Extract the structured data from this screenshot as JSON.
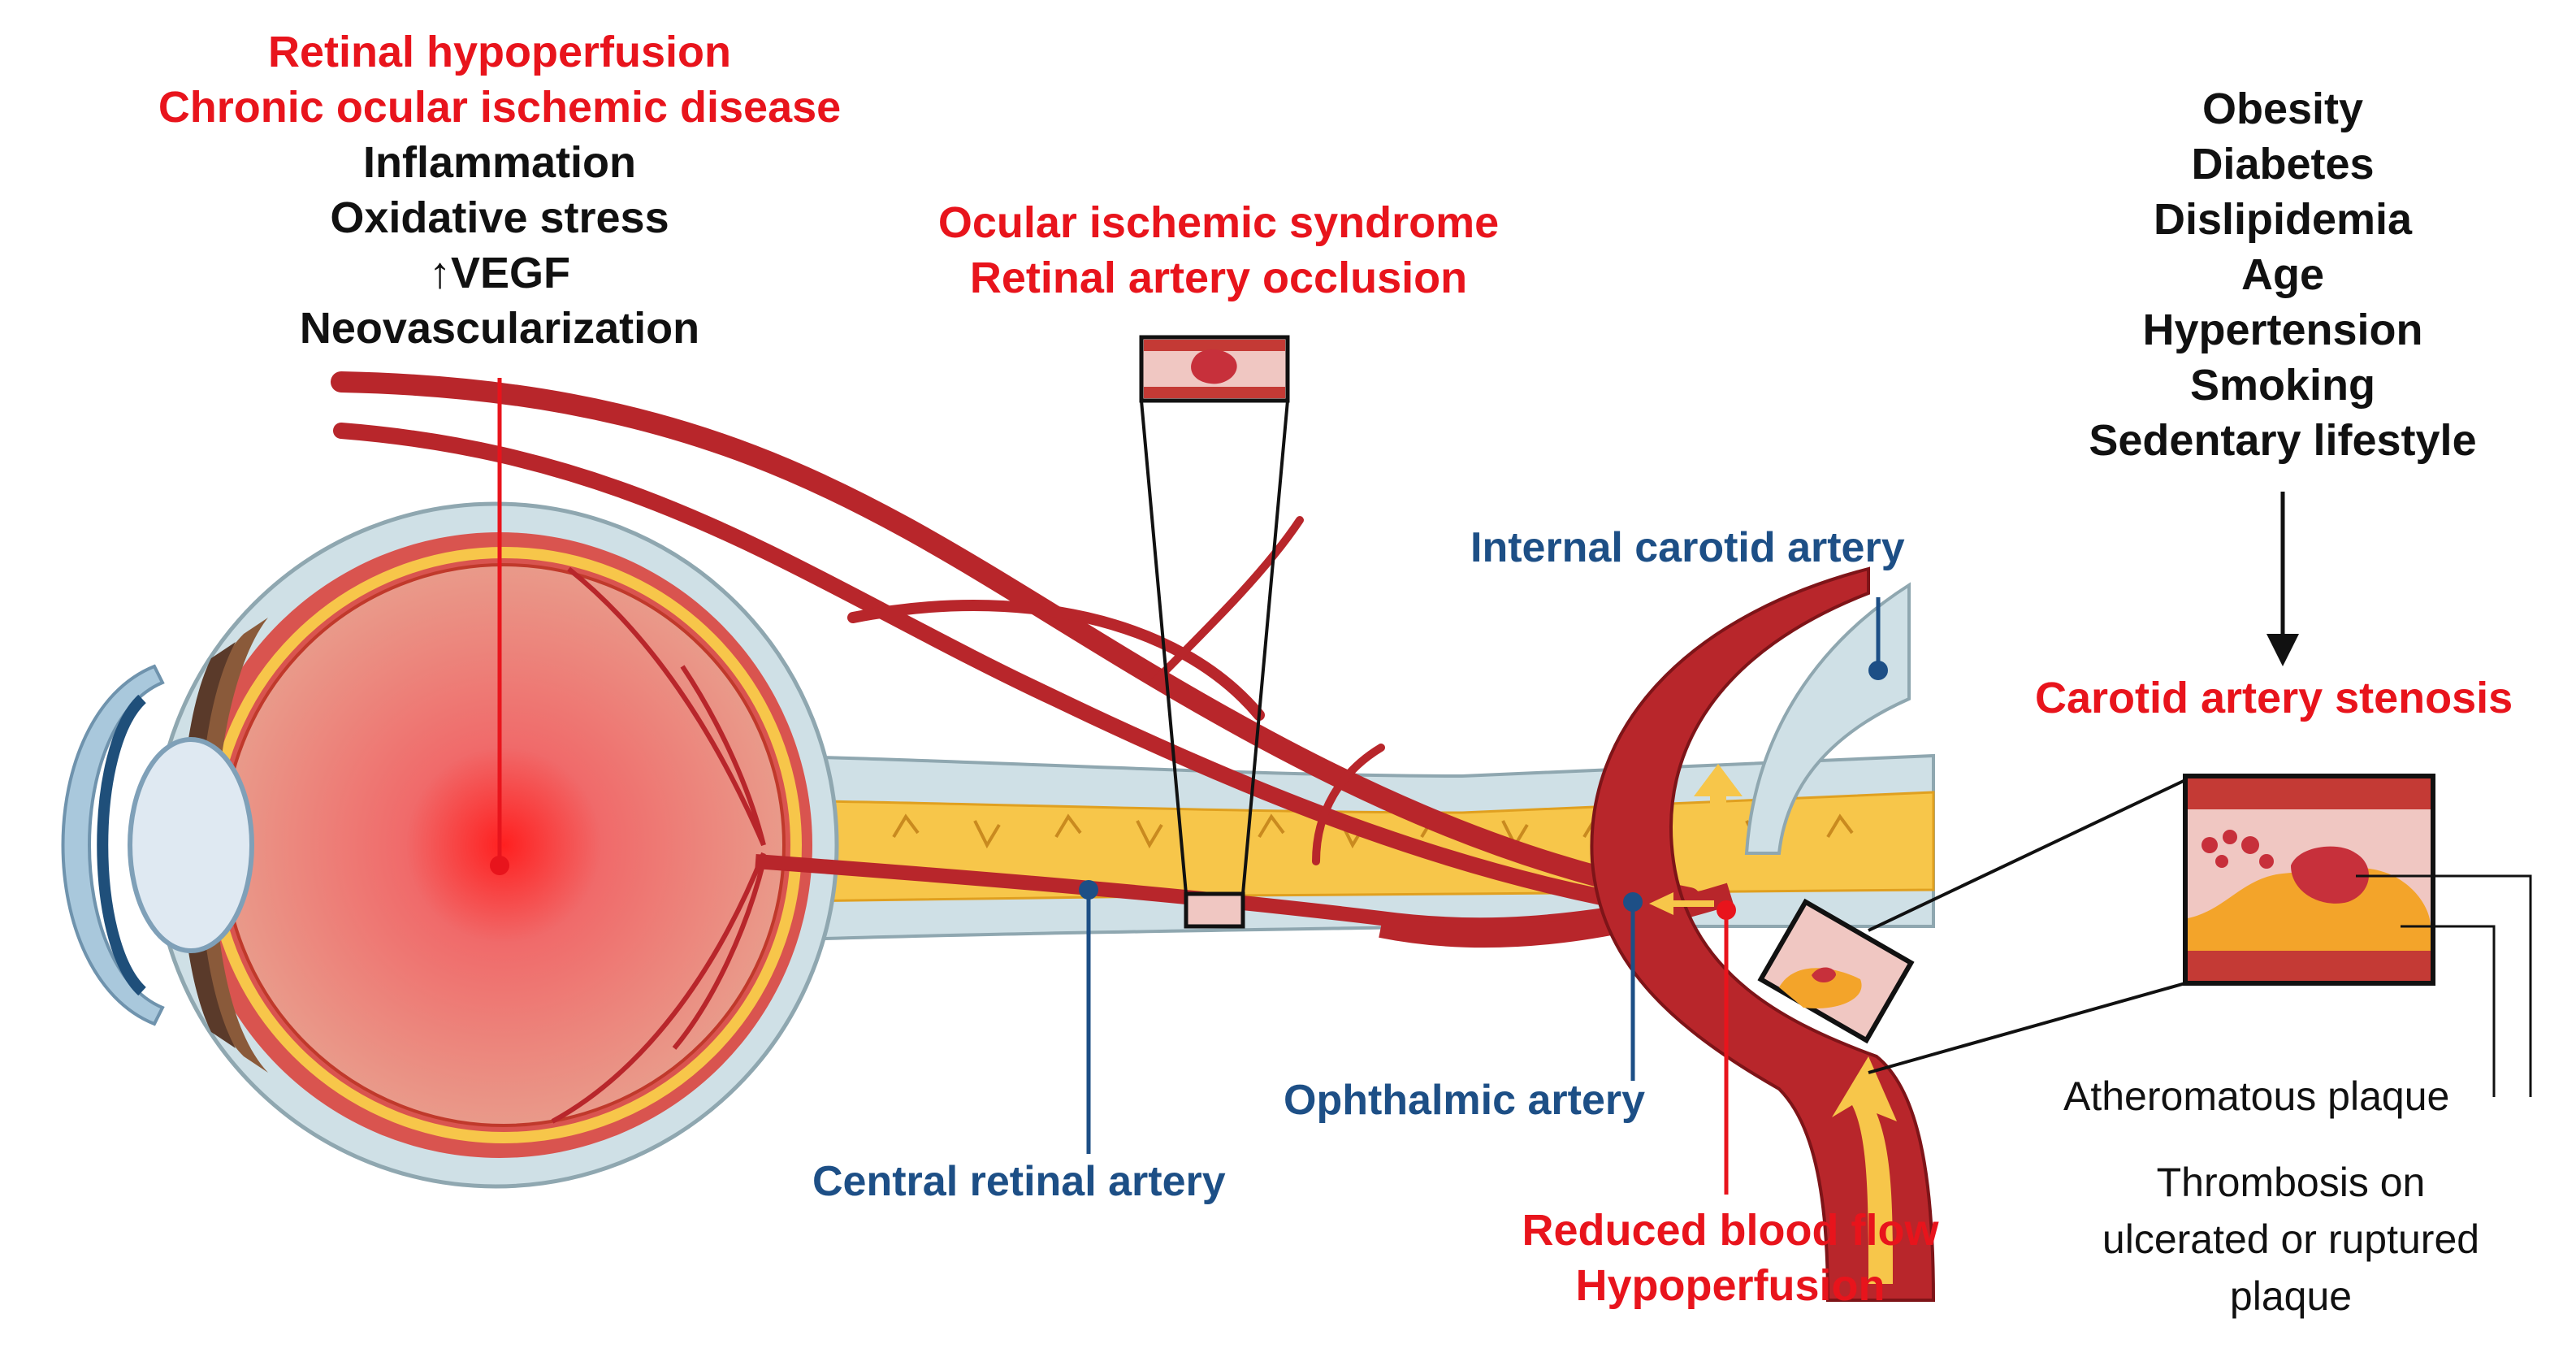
{
  "colors": {
    "red_label": "#e8141c",
    "blue_label": "#1d4f86",
    "artery": "#b8262b",
    "nerve": "#f7c64a",
    "sclera": "#cfe0e6"
  },
  "top_left": {
    "line1": "Retinal hypoperfusion",
    "line2": "Chronic ocular ischemic disease",
    "line3": "Inflammation",
    "line4": "Oxidative stress",
    "arrow": "↑",
    "vegf": "VEGF",
    "line6": "Neovascularization"
  },
  "top_center": {
    "line1": "Ocular ischemic syndrome",
    "line2": "Retinal artery occlusion"
  },
  "risk_factors": [
    "Obesity",
    "Diabetes",
    "Dislipidemia",
    "Age",
    "Hypertension",
    "Smoking",
    "Sedentary lifestyle"
  ],
  "stenosis_label": "Carotid artery stenosis",
  "labels": {
    "internal_carotid": "Internal carotid artery",
    "ophthalmic": "Ophthalmic artery",
    "central_retinal": "Central retinal artery",
    "reduced_flow_1": "Reduced blood flow",
    "reduced_flow_2": "Hypoperfusion",
    "atheromatous": "Atheromatous plaque",
    "thrombosis_1": "Thrombosis on",
    "thrombosis_2": "ulcerated or ruptured",
    "thrombosis_3": "plaque"
  }
}
